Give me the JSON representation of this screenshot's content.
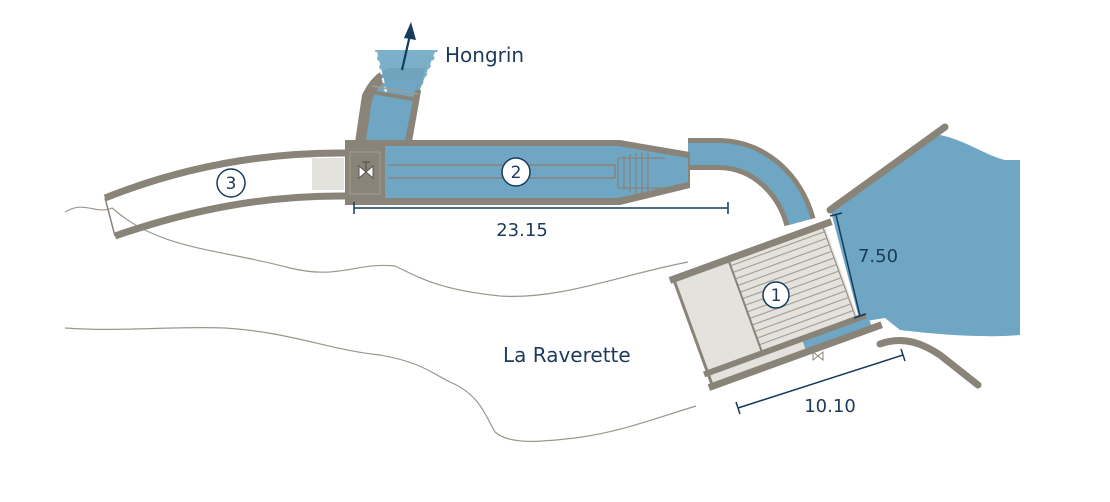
{
  "labels": {
    "hongrin": "Hongrin",
    "la_raverette": "La Raverette"
  },
  "dimensions": {
    "channel_length": "23.15",
    "intake_height": "7.50",
    "intake_width": "10.10"
  },
  "markers": {
    "m1": "1",
    "m2": "2",
    "m3": "3"
  },
  "colors": {
    "water": "#6ea6c4",
    "structure": "#8a8378",
    "structure_light": "#e4e2dd",
    "terrain_line": "#9c968a",
    "text": "#1d3a5c",
    "arrow": "#163b5c"
  },
  "icons": {
    "valve": "valve-icon",
    "flow_arrow": "arrow-up-icon"
  }
}
